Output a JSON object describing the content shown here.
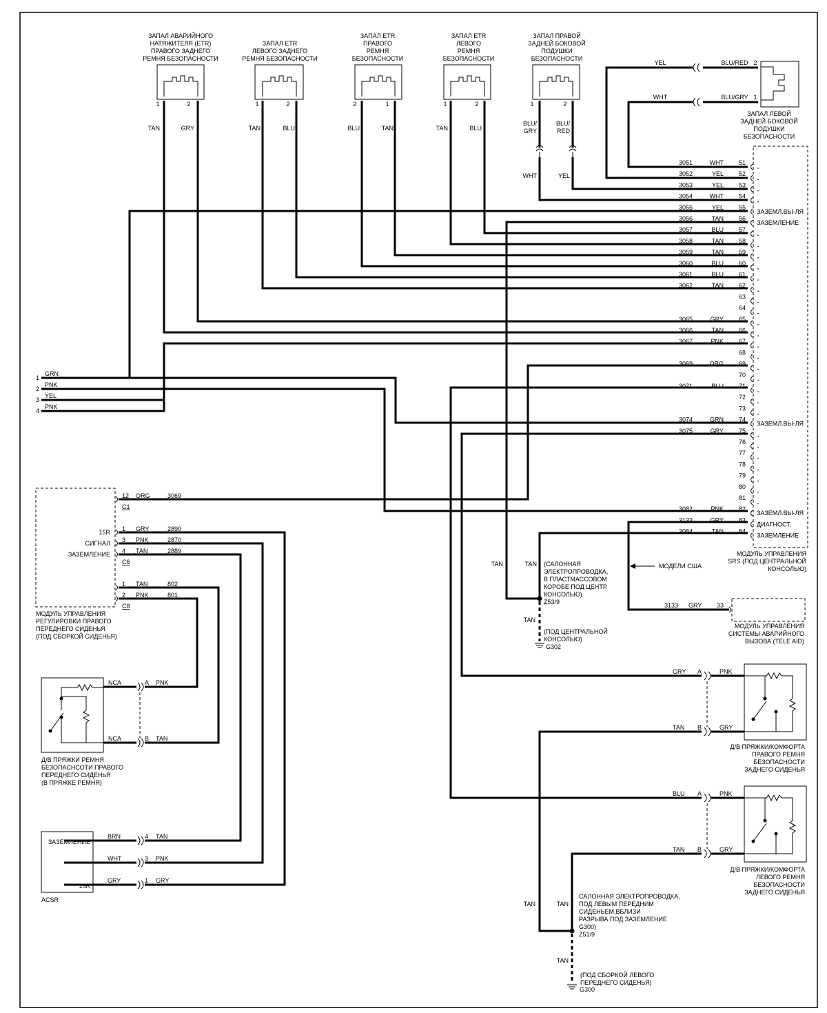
{
  "frame": {},
  "top_components": [
    {
      "name": "ЗАПАЛ АВАРИЙНОГО НАТЯЖИТЕЛЯ (ETR) ПРАВОГО ЗАДНЕГО РЕМНЯ БЕЗОПАСНОСТИ",
      "lines": [
        "ЗАПАЛ АВАРИЙНОГО",
        "НАТЯЖИТЕЛЯ (ETR)",
        "ПРАВОГО ЗАДНЕГО",
        "РЕМНЯ БЕЗОПАСНОСТИ"
      ],
      "pins": [
        "1",
        "2"
      ],
      "wires": [
        "TAN",
        "GRY"
      ]
    },
    {
      "name": "ЗАПАЛ ETR ЛЕВОГО ЗАДНЕГО РЕМНЯ БЕЗОПАСНОСТИ",
      "lines": [
        "ЗАПАЛ ETR",
        "ЛЕВОГО ЗАДНЕГО",
        "РЕМНЯ БЕЗОПАСНОСТИ"
      ],
      "pins": [
        "1",
        "2"
      ],
      "wires": [
        "TAN",
        "BLU"
      ]
    },
    {
      "name": "ЗАПАЛ ETR ПРАВОГО РЕМНЯ БЕЗОПАСНОСТИ",
      "lines": [
        "ЗАПАЛ ETR",
        "ПРАВОГО",
        "РЕМНЯ",
        "БЕЗОПАСНОСТИ"
      ],
      "pins": [
        "2",
        "1"
      ],
      "wires": [
        "BLU",
        "TAN"
      ]
    },
    {
      "name": "ЗАПАЛ ETR ЛЕВОГО РЕМНЯ БЕЗОПАСНОСТИ",
      "lines": [
        "ЗАПАЛ ETR",
        "ЛЕВОГО",
        "РЕМНЯ",
        "БЕЗОПАСНОСТИ"
      ],
      "pins": [
        "1",
        "2"
      ],
      "wires": [
        "TAN",
        "BLU"
      ]
    },
    {
      "name": "ЗАПАЛ ПРАВОЙ ЗАДНЕЙ БОКОВОЙ ПОДУШКИ БЕЗОПАСНОСТИ",
      "lines": [
        "ЗАПАЛ ПРАВОЙ",
        "ЗАДНЕЙ БОКОВОЙ",
        "ПОДУШКИ",
        "БЕЗОПАСНОСТИ"
      ],
      "pins": [
        "1",
        "2"
      ],
      "wires": [
        "BLU/",
        "GRY",
        "BLU/",
        "RED"
      ],
      "lower_wires": [
        "WHT",
        "YEL"
      ]
    }
  ],
  "left_side_airbag": {
    "lines": [
      "ЗАПАЛ ЛЕВОЙ",
      "ЗАДНЕЙ БОКОВОЙ",
      "ПОДУШКИ",
      "БЕЗОПАСНОСТИ"
    ],
    "pin2": {
      "pin": "2",
      "wire": "BLU/RED",
      "outer": "YEL"
    },
    "pin1": {
      "pin": "1",
      "wire": "BLU/GRY",
      "outer": "WHT"
    }
  },
  "srs_rows": [
    {
      "pin": "51",
      "circuit": "3051",
      "color": "WHT",
      "label": ""
    },
    {
      "pin": "52",
      "circuit": "3052",
      "color": "YEL",
      "label": ""
    },
    {
      "pin": "53",
      "circuit": "3053",
      "color": "YEL",
      "label": ""
    },
    {
      "pin": "54",
      "circuit": "3054",
      "color": "WHT",
      "label": ""
    },
    {
      "pin": "55",
      "circuit": "3055",
      "color": "YEL",
      "label": "ЗАЗЕМЛ.ВЫ-ЛЯ"
    },
    {
      "pin": "56",
      "circuit": "3056",
      "color": "TAN",
      "label": "ЗАЗЕМЛЕНИЕ"
    },
    {
      "pin": "57",
      "circuit": "3057",
      "color": "BLU",
      "label": ""
    },
    {
      "pin": "58",
      "circuit": "3058",
      "color": "TAN",
      "label": ""
    },
    {
      "pin": "59",
      "circuit": "3059",
      "color": "TAN",
      "label": ""
    },
    {
      "pin": "60",
      "circuit": "3060",
      "color": "BLU",
      "label": ""
    },
    {
      "pin": "61",
      "circuit": "3061",
      "color": "BLU",
      "label": ""
    },
    {
      "pin": "62",
      "circuit": "3062",
      "color": "TAN",
      "label": ""
    },
    {
      "pin": "63",
      "circuit": "",
      "color": "",
      "label": ""
    },
    {
      "pin": "64",
      "circuit": "",
      "color": "",
      "label": ""
    },
    {
      "pin": "65",
      "circuit": "3065",
      "color": "GRY",
      "label": ""
    },
    {
      "pin": "66",
      "circuit": "3066",
      "color": "TAN",
      "label": ""
    },
    {
      "pin": "67",
      "circuit": "3067",
      "color": "PNK",
      "label": ""
    },
    {
      "pin": "68",
      "circuit": "",
      "color": "",
      "label": ""
    },
    {
      "pin": "69",
      "circuit": "3069",
      "color": "ORG",
      "label": ""
    },
    {
      "pin": "70",
      "circuit": "",
      "color": "",
      "label": ""
    },
    {
      "pin": "71",
      "circuit": "3071",
      "color": "BLU",
      "label": ""
    },
    {
      "pin": "72",
      "circuit": "",
      "color": "",
      "label": ""
    },
    {
      "pin": "73",
      "circuit": "",
      "color": "",
      "label": ""
    },
    {
      "pin": "74",
      "circuit": "3074",
      "color": "GRN",
      "label": "ЗАЗЕМЛ.ВЫ-ЛЯ"
    },
    {
      "pin": "75",
      "circuit": "3075",
      "color": "GRY",
      "label": ""
    },
    {
      "pin": "76",
      "circuit": "",
      "color": "",
      "label": ""
    },
    {
      "pin": "77",
      "circuit": "",
      "color": "",
      "label": ""
    },
    {
      "pin": "78",
      "circuit": "",
      "color": "",
      "label": ""
    },
    {
      "pin": "79",
      "circuit": "",
      "color": "",
      "label": ""
    },
    {
      "pin": "80",
      "circuit": "",
      "color": "",
      "label": ""
    },
    {
      "pin": "81",
      "circuit": "",
      "color": "",
      "label": ""
    },
    {
      "pin": "82",
      "circuit": "3082",
      "color": "PNK",
      "label": "ЗАЗЕМЛ.ВЫ-ЛЯ"
    },
    {
      "pin": "83",
      "circuit": "3133",
      "color": "GRY",
      "label": "ДИАГНОСТ."
    },
    {
      "pin": "84",
      "circuit": "3084",
      "color": "TAN",
      "label": "ЗАЗЕМЛЕНИЕ"
    }
  ],
  "srs_module": {
    "lines": [
      "МОДУЛЬ УПРАВЛЕНИЯ",
      "SRS (ПОД ЦЕНТРАЛЬНОЙ",
      "КОНСОЛЬЮ)"
    ]
  },
  "left_connector": [
    {
      "pin": "1",
      "color": "GRN"
    },
    {
      "pin": "2",
      "color": "PNK"
    },
    {
      "pin": "3",
      "color": "YEL"
    },
    {
      "pin": "4",
      "color": "PNK"
    }
  ],
  "seat_module": {
    "lines": [
      "МОДУЛЬ УПРАВЛЕНИЯ",
      "РЕГУЛИРОВКИ ПРАВОГО",
      "ПЕРЕДНЕГО СИДЕНЬЯ",
      "(ПОД СБОРКОЙ СИДЕНЬЯ)"
    ],
    "c1": {
      "connector": "C1",
      "pin": "12",
      "color": "ORG",
      "circuit": "3069"
    },
    "c6": {
      "connector": "C6",
      "rows": [
        {
          "label": "15R",
          "pin": "1",
          "color": "GRY",
          "circuit": "2890"
        },
        {
          "label": "СИГНАЛ",
          "pin": "3",
          "color": "PNK",
          "circuit": "2870"
        },
        {
          "label": "ЗАЗЕМЛЕНИЕ",
          "pin": "4",
          "color": "TAN",
          "circuit": "2889"
        }
      ]
    },
    "c8": {
      "connector": "C8",
      "rows": [
        {
          "pin": "1",
          "color": "TAN",
          "circuit": "802"
        },
        {
          "pin": "2",
          "color": "PNK",
          "circuit": "801"
        }
      ]
    }
  },
  "buckle_front": {
    "lines": [
      "Д/В ПРЯЖКИ РЕМНЯ",
      "БЕЗОПАСНСОТИ ПРАВОГО",
      "ПЕРЕДНЕГО СИДЕНЬЯ",
      "(В ПРЯЖКЕ РЕМНЯ)"
    ],
    "a": {
      "inner": "NCA",
      "pin": "A",
      "color": "PNK"
    },
    "b": {
      "inner": "NCA",
      "pin": "B",
      "color": "TAN"
    }
  },
  "acsr": {
    "name": "ACSR",
    "rows": [
      {
        "label": "ЗАЗЕМЛЕНИЕ",
        "inner": "BRN",
        "pin": "4",
        "color": "TAN"
      },
      {
        "label": "",
        "inner": "WHT",
        "pin": "3",
        "color": "PNK"
      },
      {
        "label": "15R",
        "inner": "GRY",
        "pin": "1",
        "color": "GRY"
      }
    ]
  },
  "splice_z53": {
    "wire_left": "TAN",
    "wire_right": "TAN",
    "note": [
      "(САЛОННАЯ",
      "ЭЛЕКТРОПРОВОДКА,",
      "В ПЛАСТМАССОВОМ",
      "КОРОБЕ ПОД ЦЕНТР.",
      "КОНСОЛЬЮ)"
    ],
    "id": "Z53/9",
    "down": "TAN",
    "ground_note": [
      "(ПОД ЦЕНТРАЛЬНОЙ",
      "КОНСОЛЬЮ)"
    ],
    "ground": "G302"
  },
  "usa_note": "МОДЕЛИ США",
  "tele_aid": {
    "circuit": "3133",
    "color": "GRY",
    "pin": "33",
    "lines": [
      "МОДУЛЬ УПРАВЛЕНИЯ",
      "СИСТЕМЫ АВАРИЙНОГО",
      "ВЫЗОВА (TELE AID)"
    ]
  },
  "buckle_rear_right": {
    "lines": [
      "Д/В ПРЯЖКИ/КОМФОРТА",
      "ПРАВОГО РЕМНЯ",
      "БЕЗОПАСНОСТИ",
      "ЗАДНЕГО СИДЕНЬЯ"
    ],
    "a": {
      "outer": "GRY",
      "pin": "A",
      "inner": "PNK"
    },
    "b": {
      "outer": "TAN",
      "pin": "B",
      "inner": "GRY"
    }
  },
  "buckle_rear_left": {
    "lines": [
      "Д/В ПРЯЖКИ/КОМФОРТА",
      "ЛЕВОГО РЕМНЯ",
      "БЕЗОПАСНОСТИ",
      "ЗАДНЕГО СИДЕНЬЯ"
    ],
    "a": {
      "outer": "BLU",
      "pin": "A",
      "inner": "PNK"
    },
    "b": {
      "outer": "TAN",
      "pin": "B",
      "inner": "GRY"
    }
  },
  "splice_z51": {
    "wire_left": "TAN",
    "wire_right": "TAN",
    "note": [
      "САЛОННАЯ ЭЛЕКТРОПРОВОДКА,",
      "ПОД ЛЕВЫМ ПЕРЕДНИМ",
      "СИДЕНЬЕМ,ВБЛИЗИ",
      "РАЗРЫВА ПОД ЗАЗЕМЛЕНИЕ",
      "G300)"
    ],
    "id": "Z51/9",
    "down": "TAN",
    "ground_note": [
      "(ПОД СБОРКОЙ ЛЕВОГО",
      "ПЕРЕДНЕГО СИДЕНЬЯ)"
    ],
    "ground": "G300"
  }
}
